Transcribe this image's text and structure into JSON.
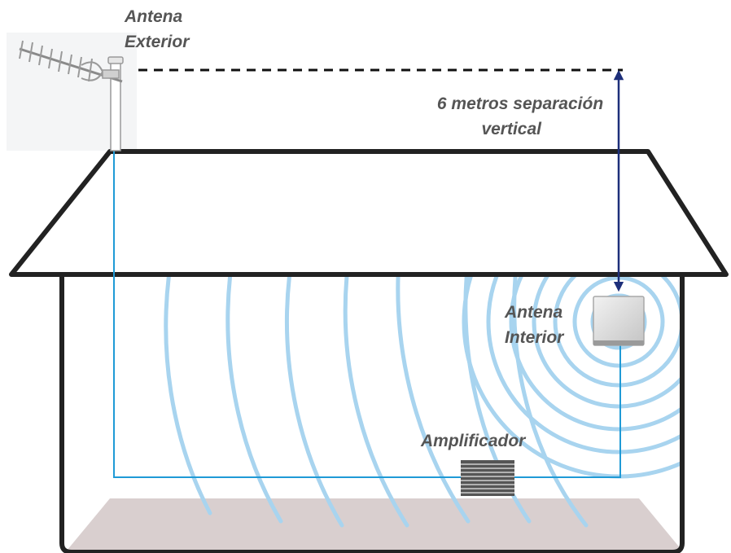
{
  "labels": {
    "outdoor_antenna": [
      "Antena",
      "Exterior"
    ],
    "vertical_separation": [
      "6 metros separación",
      "vertical"
    ],
    "indoor_antenna": [
      "Antena",
      "Interior"
    ],
    "amplifier": "Amplificador"
  },
  "colors": {
    "cable": "#1f9ad6",
    "waves": "#a8d4ef",
    "house_outline": "#222222",
    "floor": "#d9cfcf",
    "separation_arrow": "#1d2f7a",
    "label_text": "#555555"
  },
  "icons": {
    "outdoor_antenna": "yagi-antenna-icon",
    "indoor_antenna": "panel-antenna-icon",
    "amplifier": "amplifier-icon"
  }
}
